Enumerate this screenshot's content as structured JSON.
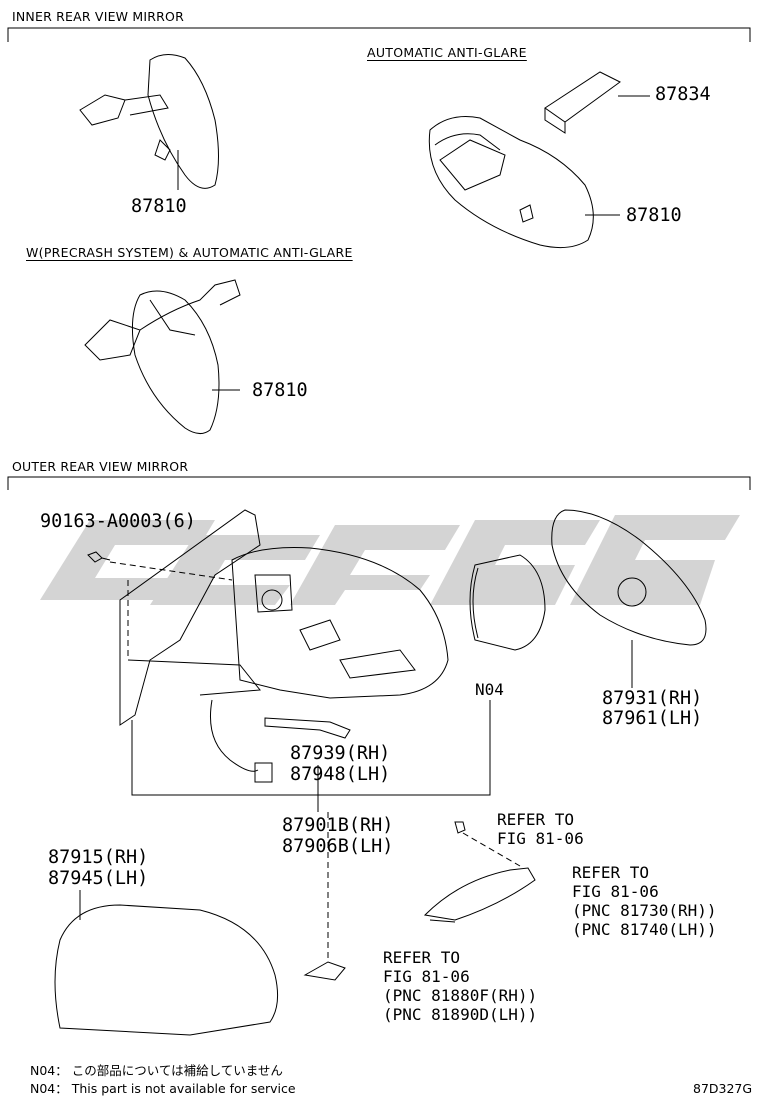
{
  "sections": {
    "inner": "INNER REAR VIEW MIRROR",
    "outer": "OUTER REAR VIEW MIRROR"
  },
  "subheadings": {
    "auto_anti_glare": "AUTOMATIC ANTI-GLARE",
    "precrash": "W(PRECRASH SYSTEM) & AUTOMATIC ANTI-GLARE"
  },
  "parts": {
    "p87810_a": "87810",
    "p87834": "87834",
    "p87810_b": "87810",
    "p87810_c": "87810",
    "p90163": "90163-A0003(6)",
    "pN04": "N04",
    "p87931": "87931(RH)",
    "p87961": "87961(LH)",
    "p87939": "87939(RH)",
    "p87948": "87948(LH)",
    "p87901B": "87901B(RH)",
    "p87906B": "87906B(LH)",
    "p87915": "87915(RH)",
    "p87945": "87945(LH)"
  },
  "refs": {
    "r1": [
      "REFER TO",
      "FIG 81-06"
    ],
    "r2": [
      "REFER TO",
      "FIG 81-06",
      "(PNC 81730(RH))",
      "(PNC 81740(LH))"
    ],
    "r3": [
      "REFER TO",
      "FIG 81-06",
      "(PNC 81880F(RH))",
      "(PNC 81890D(LH))"
    ]
  },
  "notes": {
    "n1": "N04： この部品については補給していません",
    "n2": "N04： This part is not available for service"
  },
  "figure_code": "87D327G",
  "watermark_color": "#d4d4d4"
}
